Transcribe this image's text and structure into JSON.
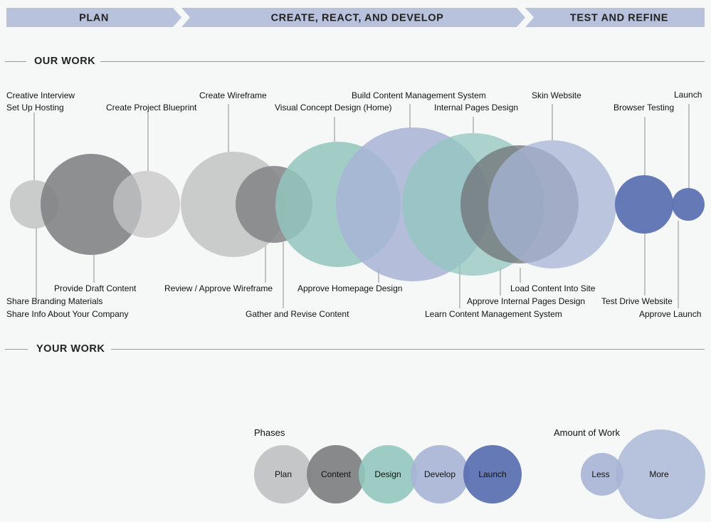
{
  "phases_banner": [
    {
      "label": "PLAN"
    },
    {
      "label": "CREATE, REACT, AND DEVELOP"
    },
    {
      "label": "TEST AND REFINE"
    }
  ],
  "sections": {
    "our_work": "OUR WORK",
    "your_work": "YOUR WORK"
  },
  "colors": {
    "plan": "#c5c6c7",
    "content": "#828385",
    "design": "#92c6bd",
    "develop": "#a8b4d6",
    "launch": "#5c72b2",
    "banner": "#b9c2dd"
  },
  "our_work_labels": [
    {
      "id": "creative-interview",
      "text": "Creative Interview",
      "type": "plan"
    },
    {
      "id": "set-up-hosting",
      "text": "Set Up Hosting",
      "type": "plan"
    },
    {
      "id": "create-project-blueprint",
      "text": "Create Project Blueprint",
      "type": "plan"
    },
    {
      "id": "create-wireframe",
      "text": "Create Wireframe",
      "type": "plan"
    },
    {
      "id": "build-cms",
      "text": "Build Content Management System",
      "type": "develop"
    },
    {
      "id": "visual-concept",
      "text": "Visual Concept Design (Home)",
      "type": "design"
    },
    {
      "id": "internal-pages",
      "text": "Internal Pages Design",
      "type": "design"
    },
    {
      "id": "skin-website",
      "text": "Skin Website",
      "type": "develop"
    },
    {
      "id": "browser-testing",
      "text": "Browser Testing",
      "type": "launch"
    },
    {
      "id": "launch",
      "text": "Launch",
      "type": "launch"
    }
  ],
  "your_work_labels": [
    {
      "id": "provide-draft-content",
      "text": "Provide Draft Content",
      "type": "content"
    },
    {
      "id": "share-branding",
      "text": "Share Branding Materials",
      "type": "plan"
    },
    {
      "id": "share-info",
      "text": "Share Info About Your Company",
      "type": "plan"
    },
    {
      "id": "review-wireframe",
      "text": "Review / Approve Wireframe",
      "type": "plan"
    },
    {
      "id": "gather-revise",
      "text": "Gather and Revise Content",
      "type": "content"
    },
    {
      "id": "approve-homepage",
      "text": "Approve Homepage Design",
      "type": "design"
    },
    {
      "id": "learn-cms",
      "text": "Learn Content Management System",
      "type": "develop"
    },
    {
      "id": "approve-internal",
      "text": "Approve Internal Pages Design",
      "type": "design"
    },
    {
      "id": "load-content",
      "text": "Load Content Into Site",
      "type": "content"
    },
    {
      "id": "test-drive",
      "text": "Test Drive Website",
      "type": "launch"
    },
    {
      "id": "approve-launch",
      "text": "Approve Launch",
      "type": "launch"
    }
  ],
  "legend_phases": {
    "title": "Phases",
    "items": [
      {
        "label": "Plan",
        "color": "#c5c6c7"
      },
      {
        "label": "Content",
        "color": "#828385"
      },
      {
        "label": "Design",
        "color": "#92c6bd"
      },
      {
        "label": "Develop",
        "color": "#a8b4d6"
      },
      {
        "label": "Launch",
        "color": "#5c72b2"
      }
    ]
  },
  "legend_amount": {
    "title": "Amount of Work",
    "items": [
      {
        "label": "Less"
      },
      {
        "label": "More"
      }
    ]
  }
}
